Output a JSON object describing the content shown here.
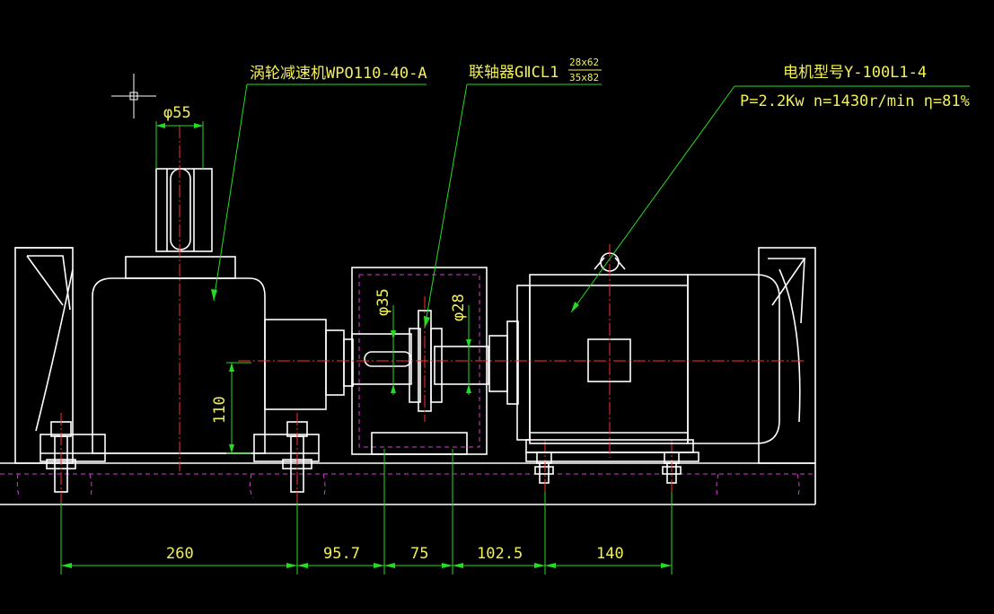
{
  "labels": {
    "reducer": "涡轮减速机WPO110-40-A",
    "coupling_prefix": "联轴器GⅡCL1",
    "coupling_frac_top": "28x62",
    "coupling_frac_bottom": "35x82",
    "motor_model": "电机型号Y-100L1-4",
    "motor_spec": "P=2.2Kw n=1430r/min  η=81%"
  },
  "dimensions": {
    "shaft_dia_output": "φ55",
    "shaft_dia_reducer_input": "φ35",
    "shaft_dia_motor": "φ28",
    "center_height": "110",
    "spacing": [
      "260",
      "95.7",
      "75",
      "102.5",
      "140"
    ]
  },
  "colors": {
    "background": "#000000",
    "outline": "#ffffff",
    "centerline": "#ff3030",
    "dimension": "#22dd22",
    "hidden": "#d040d0",
    "text": "#f2f05a"
  }
}
